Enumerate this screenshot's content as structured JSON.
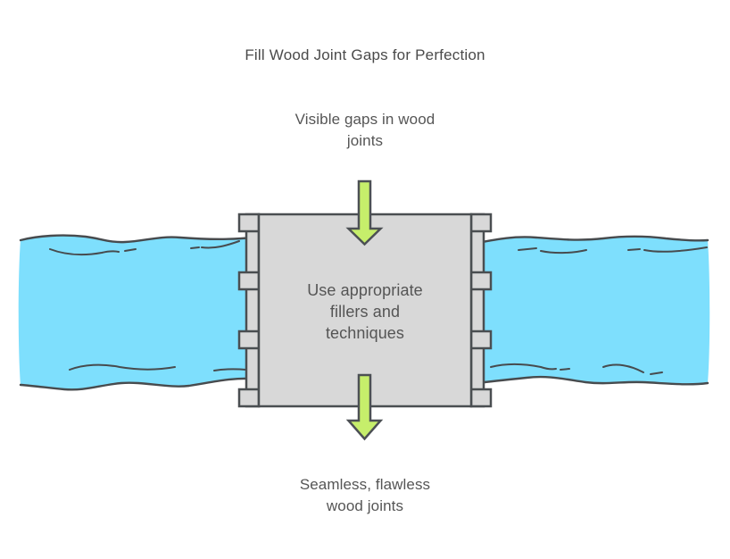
{
  "title": "Fill Wood Joint Gaps for Perfection",
  "steps": {
    "before": {
      "lines": [
        "Visible gaps in wood",
        "joints"
      ]
    },
    "process": {
      "lines": [
        "Use appropriate",
        "fillers and",
        "techniques"
      ]
    },
    "after": {
      "lines": [
        "Seamless, flawless",
        "wood joints"
      ]
    }
  },
  "icons": {
    "top_arrow": "down-arrow-icon",
    "bottom_arrow": "down-arrow-icon"
  },
  "colors": {
    "background": "#ffffff",
    "plank_fill": "#7edffd",
    "plank_outline": "#474b4e",
    "clamp_fill": "#d8d8d8",
    "clamp_outline": "#4a4e51",
    "arrow_fill": "#c6ee6b",
    "arrow_outline": "#4c5054",
    "title_text": "#4a4a4a",
    "body_text": "#555555"
  }
}
